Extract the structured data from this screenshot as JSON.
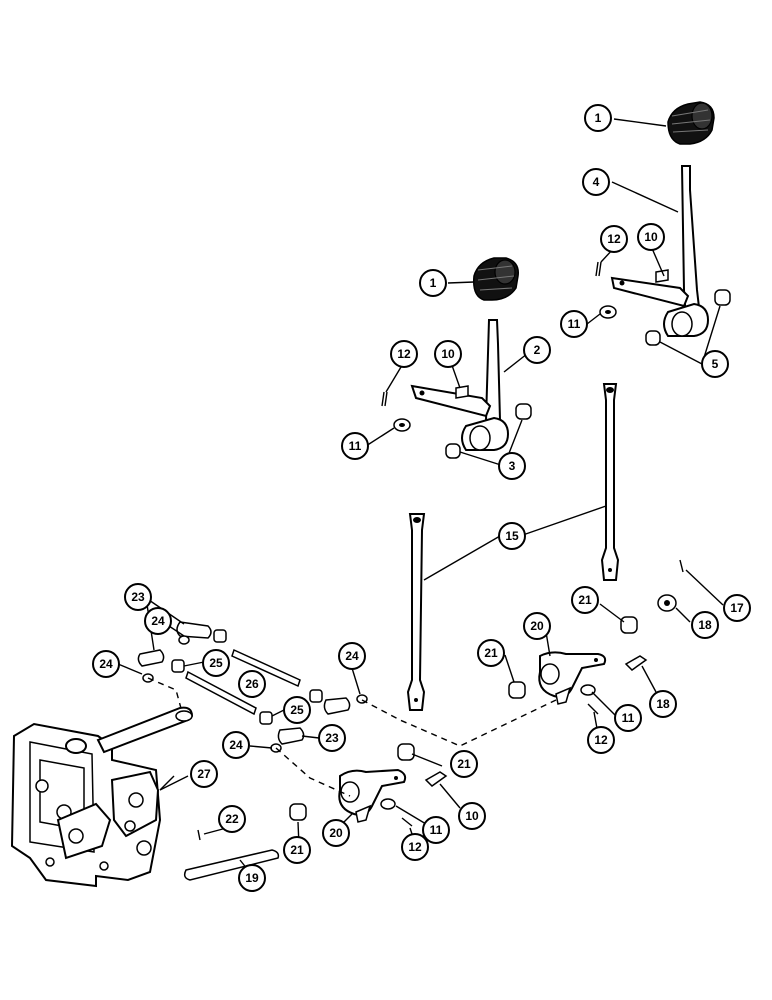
{
  "callouts": [
    {
      "id": "c1a",
      "label": "1"
    },
    {
      "id": "c1b",
      "label": "1"
    },
    {
      "id": "c2",
      "label": "2"
    },
    {
      "id": "c3",
      "label": "3"
    },
    {
      "id": "c4",
      "label": "4"
    },
    {
      "id": "c5",
      "label": "5"
    },
    {
      "id": "c10a",
      "label": "10"
    },
    {
      "id": "c10b",
      "label": "10"
    },
    {
      "id": "c10c",
      "label": "10"
    },
    {
      "id": "c11a",
      "label": "11"
    },
    {
      "id": "c11b",
      "label": "11"
    },
    {
      "id": "c11c",
      "label": "11"
    },
    {
      "id": "c11d",
      "label": "11"
    },
    {
      "id": "c12a",
      "label": "12"
    },
    {
      "id": "c12b",
      "label": "12"
    },
    {
      "id": "c12c",
      "label": "12"
    },
    {
      "id": "c12d",
      "label": "12"
    },
    {
      "id": "c15",
      "label": "15"
    },
    {
      "id": "c17",
      "label": "17"
    },
    {
      "id": "c18a",
      "label": "18"
    },
    {
      "id": "c18b",
      "label": "18"
    },
    {
      "id": "c19",
      "label": "19"
    },
    {
      "id": "c20a",
      "label": "20"
    },
    {
      "id": "c20b",
      "label": "20"
    },
    {
      "id": "c21a",
      "label": "21"
    },
    {
      "id": "c21b",
      "label": "21"
    },
    {
      "id": "c21c",
      "label": "21"
    },
    {
      "id": "c21d",
      "label": "21"
    },
    {
      "id": "c22",
      "label": "22"
    },
    {
      "id": "c23a",
      "label": "23"
    },
    {
      "id": "c23b",
      "label": "23"
    },
    {
      "id": "c24a",
      "label": "24"
    },
    {
      "id": "c24b",
      "label": "24"
    },
    {
      "id": "c24c",
      "label": "24"
    },
    {
      "id": "c24d",
      "label": "24"
    },
    {
      "id": "c25a",
      "label": "25"
    },
    {
      "id": "c25b",
      "label": "25"
    },
    {
      "id": "c26",
      "label": "26"
    },
    {
      "id": "c27",
      "label": "27"
    }
  ]
}
